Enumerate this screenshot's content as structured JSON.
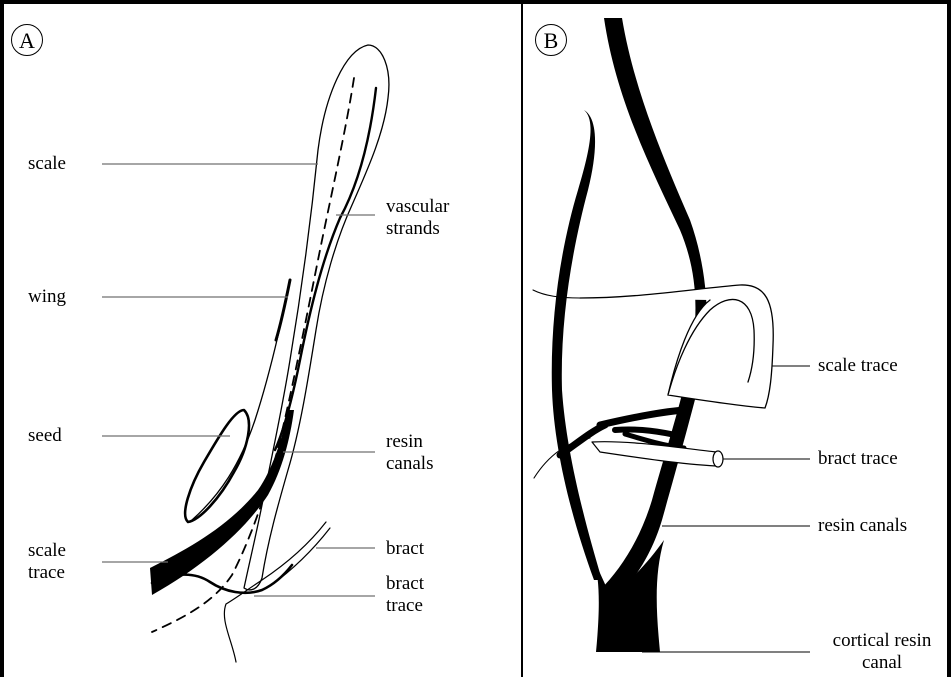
{
  "panel_a": {
    "badge": "A",
    "labels": {
      "scale": "scale",
      "wing": "wing",
      "seed": "seed",
      "scale_trace_l1": "scale",
      "scale_trace_l2": "trace",
      "vascular_l1": "vascular",
      "vascular_l2": "strands",
      "resin_l1": "resin",
      "resin_l2": "canals",
      "bract": "bract",
      "bract_trace_l1": "bract",
      "bract_trace_l2": "trace"
    }
  },
  "panel_b": {
    "badge": "B",
    "labels": {
      "scale_trace": "scale trace",
      "bract_trace": "bract trace",
      "resin_canals": "resin canals",
      "cortical_l1": "cortical resin",
      "cortical_l2": "canal"
    }
  },
  "colors": {
    "ink": "#000000",
    "leader": "#707070",
    "background": "#ffffff"
  }
}
